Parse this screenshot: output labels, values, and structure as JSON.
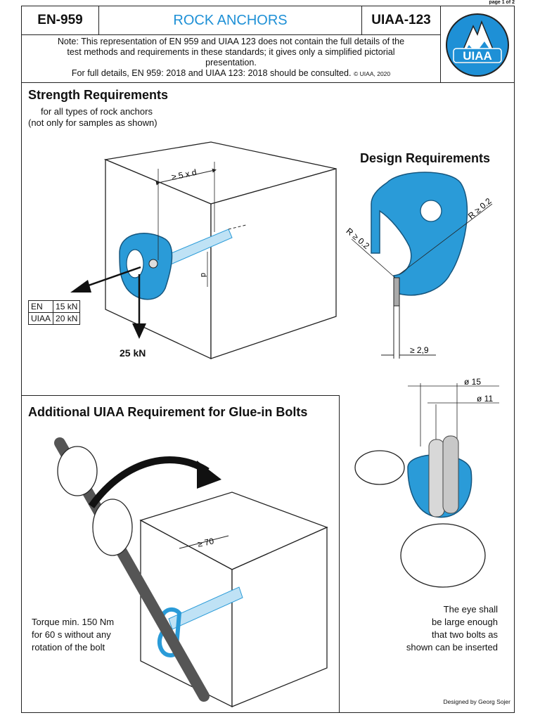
{
  "header": {
    "page_label": "page 1 of 2",
    "standard_left": "EN-959",
    "title": "ROCK ANCHORS",
    "standard_right": "UIAA-123",
    "logo_text": "UIAA"
  },
  "note": {
    "line1": "Note: This representation of EN 959 and UIAA 123 does not contain the full details of the",
    "line2": "test methods and requirements in these standards; it gives only a simplified pictorial",
    "line3": "presentation.",
    "line4": "For full details, EN 959: 2018 and UIAA 123: 2018 should be consulted.",
    "copyright": "© UIAA, 2020"
  },
  "strength": {
    "heading": "Strength Requirements",
    "sub1": "for all types of rock anchors",
    "sub2": "(not only for samples as shown)",
    "depth_label": "≥ 5 x d",
    "d_label": "d",
    "table": [
      {
        "std": "EN",
        "value": "15 kN"
      },
      {
        "std": "UIAA",
        "value": "20 kN"
      }
    ],
    "axial_load": "25 kN"
  },
  "design": {
    "heading": "Design Requirements",
    "radius_left": "R ≥ 0.2",
    "radius_right": "R ≥ 0.2",
    "thickness": "≥ 2,9"
  },
  "glue_in": {
    "heading": "Additional UIAA Requirement for Glue-in Bolts",
    "depth_label": "≥ 70",
    "torque1": "Torque min. 150 Nm",
    "torque2": "for 60 s without any",
    "torque3": "rotation of the bolt"
  },
  "eye": {
    "dia1": "ø 15",
    "dia2": "ø 11",
    "text1": "The eye shall",
    "text2": "be large enough",
    "text3": "that two bolts as",
    "text4": "shown can be inserted"
  },
  "credit": "Designed by Georg Sojer",
  "colors": {
    "accent": "#1e90d6",
    "hanger": "#2a9bd8",
    "line": "#222222"
  }
}
